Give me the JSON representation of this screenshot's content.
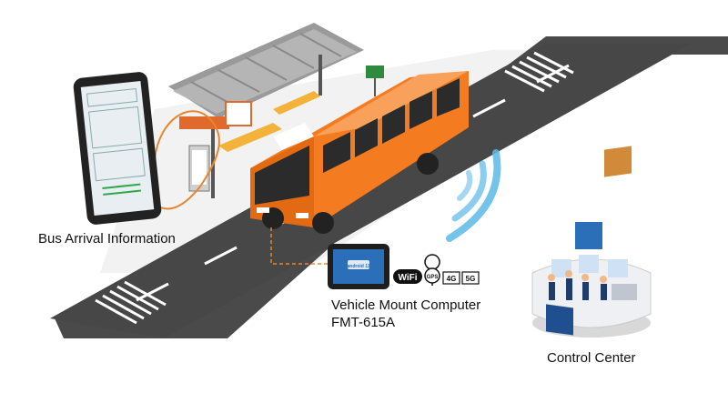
{
  "labels": {
    "bus_arrival": "Bus Arrival Information",
    "vehicle_computer": "Vehicle Mount Computer",
    "model": "FMT-615A",
    "control_center": "Control Center"
  },
  "device_screen_text": "android 11",
  "connectivity": {
    "wifi": "WiFi",
    "gps": "GPS",
    "g4": "4G",
    "g5": "5G"
  },
  "colors": {
    "bus_orange": "#f47b20",
    "road": "#4a4a4a",
    "signal_blue": "#5ab8e8",
    "callout_line": "#e8862e"
  }
}
